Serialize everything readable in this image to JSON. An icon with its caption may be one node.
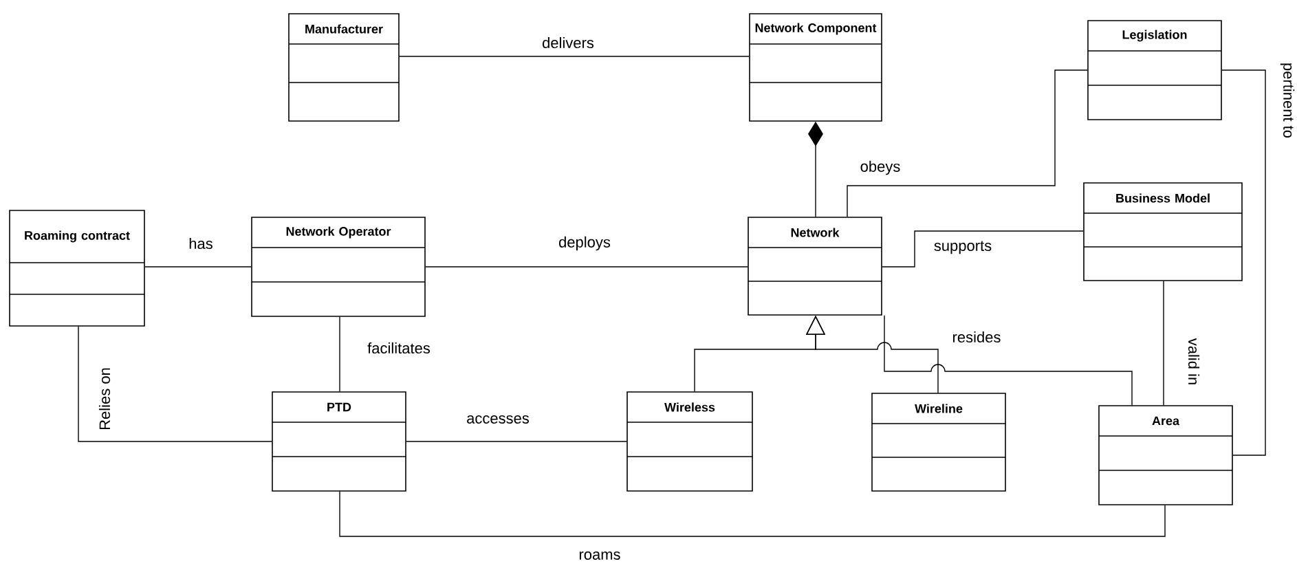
{
  "diagram": {
    "nodes": [
      {
        "text": [
          "Manufacturer"
        ]
      },
      {
        "text": [
          "Network Component"
        ]
      },
      {
        "text": [
          "Legislation"
        ]
      },
      {
        "text": [
          "Roaming contract"
        ]
      },
      {
        "text": [
          "Network Operator"
        ]
      },
      {
        "text": [
          "Network"
        ]
      },
      {
        "text": [
          "Business Model"
        ]
      },
      {
        "text": [
          "PTD"
        ]
      },
      {
        "text": [
          "Wireless"
        ]
      },
      {
        "text": [
          "Wireline"
        ]
      },
      {
        "text": [
          "Area"
        ]
      }
    ],
    "edges": [
      {
        "from": 0,
        "to": 1,
        "arrow": "none",
        "label": "delivers"
      },
      {
        "from": 1,
        "to": 5,
        "arrow": "other"
      },
      {
        "from": 5,
        "to": 2,
        "arrow": "none",
        "label": "obeys"
      },
      {
        "from": 3,
        "to": 4,
        "arrow": "none",
        "label": "has"
      },
      {
        "from": 4,
        "to": 5,
        "arrow": "none",
        "label": "deploys"
      },
      {
        "from": 5,
        "to": 6,
        "arrow": "none",
        "label": "supports"
      },
      {
        "from": 4,
        "to": 7,
        "arrow": "none",
        "label": "facilitates"
      },
      {
        "from": 3,
        "to": 7,
        "arrow": "none",
        "label": "Relies on"
      },
      {
        "from": 7,
        "to": 8,
        "arrow": "none",
        "label": "accesses"
      },
      {
        "from": 8,
        "to": 5,
        "arrow": "to"
      },
      {
        "from": 9,
        "to": 5,
        "arrow": "to"
      },
      {
        "from": 5,
        "to": 10,
        "arrow": "none",
        "label": "resides"
      },
      {
        "from": 6,
        "to": 10,
        "arrow": "none",
        "label": "valid in"
      },
      {
        "from": 2,
        "to": 10,
        "arrow": "none",
        "label": "pertinent to"
      },
      {
        "from": 7,
        "to": 10,
        "arrow": "none",
        "label": "roams"
      }
    ]
  }
}
